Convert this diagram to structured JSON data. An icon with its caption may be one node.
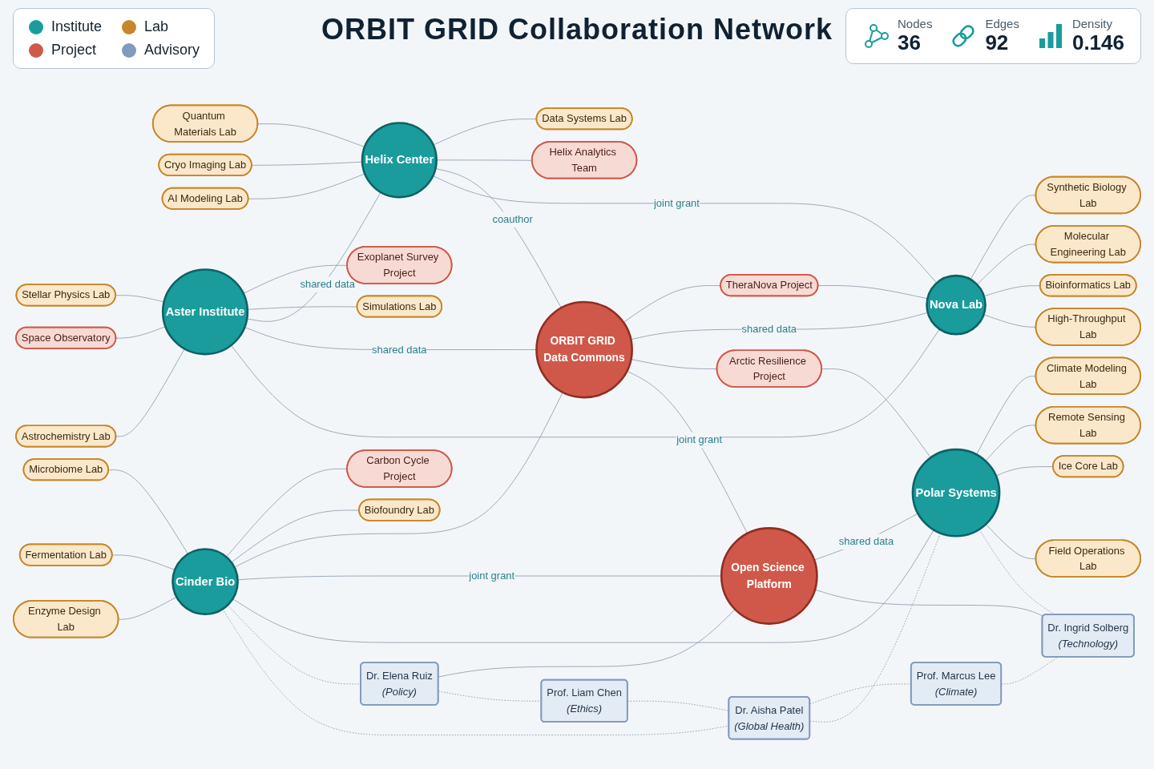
{
  "diagram": {
    "title": "ORBIT GRID Collaboration Network",
    "nodes": [
      {
        "text": [
          "Helix Center"
        ]
      },
      {
        "text": [
          "Quantum Materials Lab"
        ]
      },
      {
        "text": [
          "Cryo Imaging Lab"
        ]
      },
      {
        "text": [
          "AI Modeling Lab"
        ]
      },
      {
        "text": [
          "Data Systems Lab"
        ]
      },
      {
        "text": [
          "Helix Analytics Team"
        ]
      },
      {
        "text": [
          "Aster Institute"
        ]
      },
      {
        "text": [
          "Stellar Physics Lab"
        ]
      },
      {
        "text": [
          "Exoplanet Survey Project"
        ]
      },
      {
        "text": [
          "Space Observatory"
        ]
      },
      {
        "text": [
          "Astrochemistry Lab"
        ]
      },
      {
        "text": [
          "Simulations Lab"
        ]
      },
      {
        "text": [
          "ORBIT GRID Data Commons"
        ]
      },
      {
        "text": [
          "TheraNova Project"
        ]
      },
      {
        "text": [
          "Nova Lab"
        ]
      },
      {
        "text": [
          "Synthetic Biology Lab"
        ]
      },
      {
        "text": [
          "Molecular Engineering Lab"
        ]
      },
      {
        "text": [
          "Bioinformatics Lab"
        ]
      },
      {
        "text": [
          "High-Throughput Lab"
        ]
      },
      {
        "text": [
          "Cinder Bio"
        ]
      },
      {
        "text": [
          "Microbiome Lab"
        ]
      },
      {
        "text": [
          "Carbon Cycle Project"
        ]
      },
      {
        "text": [
          "Fermentation Lab"
        ]
      },
      {
        "text": [
          "Enzyme Design Lab"
        ]
      },
      {
        "text": [
          "Biofoundry Lab"
        ]
      },
      {
        "text": [
          "Open Science Platform"
        ]
      },
      {
        "text": [
          "Polar Systems"
        ]
      },
      {
        "text": [
          "Arctic Resilience Project"
        ]
      },
      {
        "text": [
          "Climate Modeling Lab"
        ]
      },
      {
        "text": [
          "Remote Sensing Lab"
        ]
      },
      {
        "text": [
          "Ice Core Lab"
        ]
      },
      {
        "text": [
          "Field Operations Lab"
        ]
      },
      {
        "text": [
          "Dr. Elena Ruiz",
          "(Policy)"
        ]
      },
      {
        "text": [
          "Prof. Liam Chen",
          "(Ethics)"
        ]
      },
      {
        "text": [
          "Dr. Aisha Patel",
          "(Global Health)"
        ]
      },
      {
        "text": [
          "Prof. Marcus Lee",
          "(Climate)"
        ]
      },
      {
        "text": [
          "Dr. Ingrid Solberg",
          "(Technology)"
        ]
      }
    ],
    "edges": [
      {
        "from": 1,
        "to": 0,
        "arrow": "none"
      },
      {
        "from": 2,
        "to": 0,
        "arrow": "none"
      },
      {
        "from": 3,
        "to": 0,
        "arrow": "none"
      },
      {
        "from": 0,
        "to": 4,
        "arrow": "none"
      },
      {
        "from": 0,
        "to": 5,
        "arrow": "none"
      },
      {
        "from": 7,
        "to": 6,
        "arrow": "none"
      },
      {
        "from": 9,
        "to": 6,
        "arrow": "none"
      },
      {
        "from": 10,
        "to": 6,
        "arrow": "none"
      },
      {
        "from": 6,
        "to": 8,
        "arrow": "none"
      },
      {
        "from": 6,
        "to": 11,
        "arrow": "none"
      },
      {
        "from": 6,
        "to": 0,
        "arrow": "none",
        "label": "shared data"
      },
      {
        "from": 0,
        "to": 12,
        "arrow": "none",
        "label": "coauthor"
      },
      {
        "from": 0,
        "to": 14,
        "arrow": "none",
        "label": "joint grant"
      },
      {
        "from": 6,
        "to": 12,
        "arrow": "none",
        "label": "shared data"
      },
      {
        "from": 6,
        "to": 14,
        "arrow": "none"
      },
      {
        "from": 12,
        "to": 13,
        "arrow": "none"
      },
      {
        "from": 13,
        "to": 14,
        "arrow": "none"
      },
      {
        "from": 12,
        "to": 14,
        "arrow": "none",
        "label": "shared data"
      },
      {
        "from": 14,
        "to": 15,
        "arrow": "none"
      },
      {
        "from": 14,
        "to": 16,
        "arrow": "none"
      },
      {
        "from": 14,
        "to": 17,
        "arrow": "none"
      },
      {
        "from": 14,
        "to": 18,
        "arrow": "none"
      },
      {
        "from": 20,
        "to": 19,
        "arrow": "none"
      },
      {
        "from": 22,
        "to": 19,
        "arrow": "none"
      },
      {
        "from": 23,
        "to": 19,
        "arrow": "none"
      },
      {
        "from": 19,
        "to": 21,
        "arrow": "none"
      },
      {
        "from": 19,
        "to": 24,
        "arrow": "none"
      },
      {
        "from": 19,
        "to": 12,
        "arrow": "none"
      },
      {
        "from": 12,
        "to": 27,
        "arrow": "none"
      },
      {
        "from": 12,
        "to": 25,
        "arrow": "none",
        "label": "joint grant"
      },
      {
        "from": 19,
        "to": 25,
        "arrow": "none",
        "label": "joint grant"
      },
      {
        "from": 19,
        "to": 26,
        "arrow": "none"
      },
      {
        "from": 25,
        "to": 26,
        "arrow": "none",
        "label": "shared data"
      },
      {
        "from": 27,
        "to": 26,
        "arrow": "none"
      },
      {
        "from": 26,
        "to": 28,
        "arrow": "none"
      },
      {
        "from": 26,
        "to": 29,
        "arrow": "none"
      },
      {
        "from": 26,
        "to": 30,
        "arrow": "none"
      },
      {
        "from": 26,
        "to": 31,
        "arrow": "none"
      },
      {
        "from": 19,
        "to": 32,
        "arrow": "none",
        "style": "dashed"
      },
      {
        "from": 32,
        "to": 25,
        "arrow": "none"
      },
      {
        "from": 25,
        "to": 36,
        "arrow": "none"
      },
      {
        "from": 32,
        "to": 33,
        "arrow": "none",
        "style": "dashed"
      },
      {
        "from": 33,
        "to": 34,
        "arrow": "none",
        "style": "dashed"
      },
      {
        "from": 34,
        "to": 35,
        "arrow": "none",
        "style": "dashed"
      },
      {
        "from": 35,
        "to": 36,
        "arrow": "none",
        "style": "dashed"
      },
      {
        "from": 19,
        "to": 34,
        "arrow": "none",
        "style": "dashed"
      },
      {
        "from": 34,
        "to": 26,
        "arrow": "none",
        "style": "dashed"
      },
      {
        "from": 26,
        "to": 36,
        "arrow": "none",
        "style": "dashed"
      }
    ],
    "labels": [
      "Nodes",
      "36",
      "Edges",
      "92",
      "Density",
      "0.146"
    ],
    "legend": [
      {
        "text": "Institute",
        "color": "#1a9c9c"
      },
      {
        "text": "Lab",
        "color": "#c8862a"
      },
      {
        "text": "Project",
        "color": "#d0584a"
      },
      {
        "text": "Advisory",
        "color": "#7f9bbd"
      }
    ]
  }
}
